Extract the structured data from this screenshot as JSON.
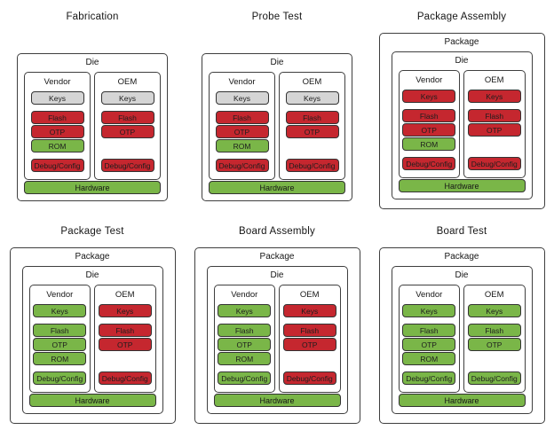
{
  "colors": {
    "red": "#C5272F",
    "green": "#7AB648",
    "gray": "#D5D5D5"
  },
  "slot_groups": [
    [
      "Keys"
    ],
    [
      "Flash",
      "OTP",
      "ROM"
    ],
    [
      "Debug/Config"
    ]
  ],
  "panels": [
    {
      "title": "Fabrication",
      "wrappers": [
        "Die"
      ],
      "columns": [
        {
          "label": "Vendor",
          "chips": {
            "Keys": "gray",
            "Flash": "red",
            "OTP": "red",
            "ROM": "green",
            "Debug/Config": "red"
          }
        },
        {
          "label": "OEM",
          "chips": {
            "Keys": "gray",
            "Flash": "red",
            "OTP": "red",
            "Debug/Config": "red"
          }
        }
      ],
      "hardware": {
        "label": "Hardware",
        "color": "green"
      }
    },
    {
      "title": "Probe Test",
      "wrappers": [
        "Die"
      ],
      "columns": [
        {
          "label": "Vendor",
          "chips": {
            "Keys": "gray",
            "Flash": "red",
            "OTP": "red",
            "ROM": "green",
            "Debug/Config": "red"
          }
        },
        {
          "label": "OEM",
          "chips": {
            "Keys": "gray",
            "Flash": "red",
            "OTP": "red",
            "Debug/Config": "red"
          }
        }
      ],
      "hardware": {
        "label": "Hardware",
        "color": "green"
      }
    },
    {
      "title": "Package Assembly",
      "wrappers": [
        "Package",
        "Die"
      ],
      "columns": [
        {
          "label": "Vendor",
          "chips": {
            "Keys": "red",
            "Flash": "red",
            "OTP": "red",
            "ROM": "green",
            "Debug/Config": "red"
          }
        },
        {
          "label": "OEM",
          "chips": {
            "Keys": "red",
            "Flash": "red",
            "OTP": "red",
            "Debug/Config": "red"
          }
        }
      ],
      "hardware": {
        "label": "Hardware",
        "color": "green"
      }
    },
    {
      "title": "Package Test",
      "wrappers": [
        "Package",
        "Die"
      ],
      "columns": [
        {
          "label": "Vendor",
          "chips": {
            "Keys": "green",
            "Flash": "green",
            "OTP": "green",
            "ROM": "green",
            "Debug/Config": "green"
          }
        },
        {
          "label": "OEM",
          "chips": {
            "Keys": "red",
            "Flash": "red",
            "OTP": "red",
            "Debug/Config": "red"
          }
        }
      ],
      "hardware": {
        "label": "Hardware",
        "color": "green"
      }
    },
    {
      "title": "Board Assembly",
      "wrappers": [
        "Package",
        "Die"
      ],
      "columns": [
        {
          "label": "Vendor",
          "chips": {
            "Keys": "green",
            "Flash": "green",
            "OTP": "green",
            "ROM": "green",
            "Debug/Config": "green"
          }
        },
        {
          "label": "OEM",
          "chips": {
            "Keys": "red",
            "Flash": "red",
            "OTP": "red",
            "Debug/Config": "red"
          }
        }
      ],
      "hardware": {
        "label": "Hardware",
        "color": "green"
      }
    },
    {
      "title": "Board Test",
      "wrappers": [
        "Package",
        "Die"
      ],
      "columns": [
        {
          "label": "Vendor",
          "chips": {
            "Keys": "green",
            "Flash": "green",
            "OTP": "green",
            "ROM": "green",
            "Debug/Config": "green"
          }
        },
        {
          "label": "OEM",
          "chips": {
            "Keys": "green",
            "Flash": "green",
            "OTP": "green",
            "Debug/Config": "green"
          }
        }
      ],
      "hardware": {
        "label": "Hardware",
        "color": "green"
      }
    }
  ]
}
